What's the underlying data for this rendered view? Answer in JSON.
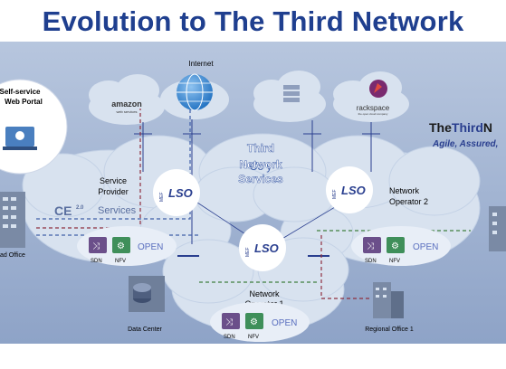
{
  "title": "Evolution to The Third Network",
  "portal": {
    "line1": "Self-service",
    "line2": "Web Portal"
  },
  "internet_label": "Internet",
  "cloud_labels": {
    "amazon": "amazon",
    "amazon_sub": "web services",
    "rackspace": "rackspace",
    "rackspace_sub": "the open cloud company"
  },
  "third_network_services": {
    "line1": "Third",
    "line2": "Network",
    "line3": "Services",
    "overlay": "Co              y"
  },
  "brand": {
    "name_a": "The",
    "name_b": "Third",
    "name_c": "N",
    "tagline": "Agile, Assured, "
  },
  "service_provider": {
    "line1": "Service",
    "line2": "Provider",
    "ce_label": "CE",
    "ce_version": "2.0",
    "ce_services": "Services"
  },
  "operator2": {
    "line1": "Network",
    "line2": "Operator 2"
  },
  "operator1": {
    "line1": "Network",
    "line2": "Operator 1"
  },
  "lso_label": "LSO",
  "mef_label": "MEF",
  "sdn_label": "SDN",
  "nfv_label": "NFV",
  "open_label": "OPEN",
  "sites": {
    "head_office": "ad Office",
    "data_center": "Data Center",
    "regional_office": "Regional Office 1"
  },
  "colors": {
    "title": "#1f3f8f",
    "background": "#9fb3d2",
    "cloud": "#d8e2ef",
    "lso_blue": "#2a3f8f",
    "sdn_purple": "#6b4f8a",
    "nfv_green": "#3f8f5a",
    "open_text": "#5a6fbf"
  }
}
